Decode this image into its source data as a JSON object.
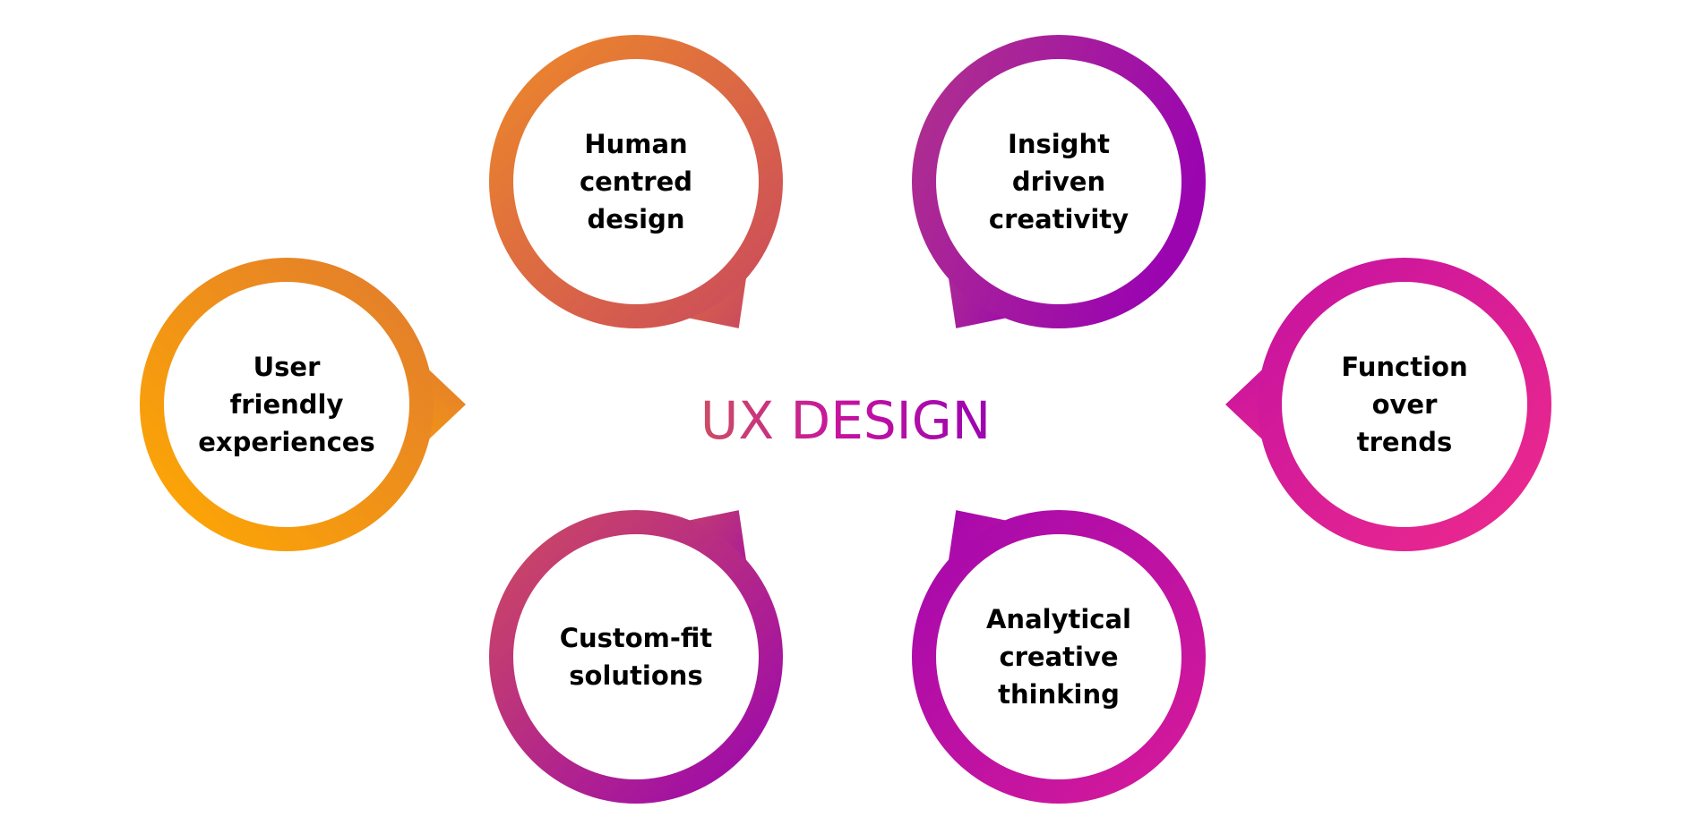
{
  "title": "UX DESIGN",
  "colors": {
    "orange": "#FFAA00",
    "orange_red": "#E07A30",
    "rose": "#CC4E63",
    "purple": "#9A05B0",
    "magenta": "#C512A0",
    "pink": "#EE2A8C",
    "text": "#000000"
  },
  "nodes": [
    {
      "id": "user-friendly-experiences",
      "lines": [
        "User",
        "friendly",
        "experiences"
      ],
      "gradient": [
        "#FFAA00",
        "#E07A30"
      ],
      "pointer": "east"
    },
    {
      "id": "human-centred-design",
      "lines": [
        "Human",
        "centred",
        "design"
      ],
      "gradient": [
        "#EE8A28",
        "#C9485F"
      ],
      "pointer": "southeast"
    },
    {
      "id": "insight-driven-creativity",
      "lines": [
        "Insight",
        "driven",
        "creativity"
      ],
      "gradient": [
        "#B0338C",
        "#9A05B0"
      ],
      "pointer": "southwest"
    },
    {
      "id": "function-over-trends",
      "lines": [
        "Function",
        "over",
        "trends"
      ],
      "gradient": [
        "#C512A0",
        "#EE2A8C"
      ],
      "pointer": "west"
    },
    {
      "id": "custom-fit-solutions",
      "lines": [
        "Custom-fit",
        "solutions"
      ],
      "gradient": [
        "#CF4D5E",
        "#9A05B0"
      ],
      "pointer": "northeast"
    },
    {
      "id": "analytical-creative-thinking",
      "lines": [
        "Analytical",
        "creative",
        "thinking"
      ],
      "gradient": [
        "#A308AE",
        "#D81B98"
      ],
      "pointer": "northwest"
    }
  ]
}
